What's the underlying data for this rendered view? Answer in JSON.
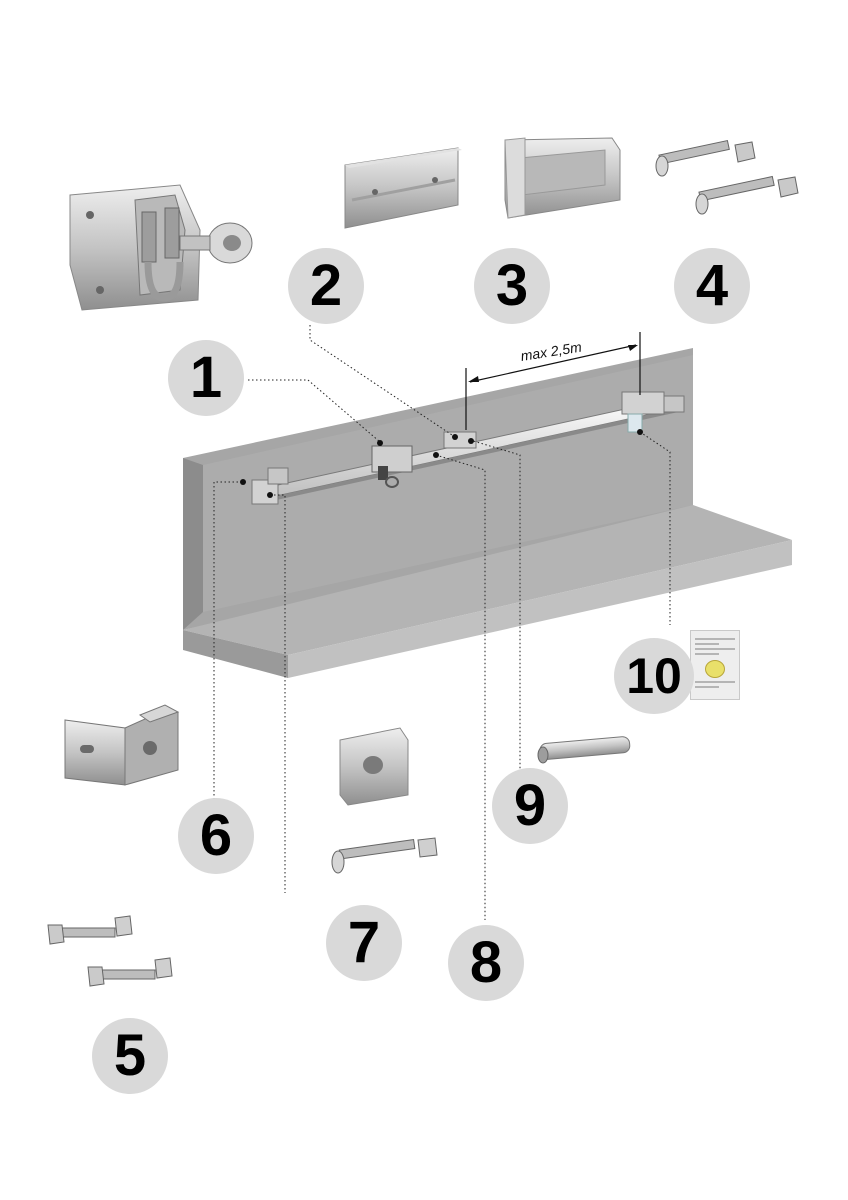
{
  "dimension": {
    "label": "max 2,5m"
  },
  "components": [
    {
      "number": "1"
    },
    {
      "number": "2"
    },
    {
      "number": "3"
    },
    {
      "number": "4"
    },
    {
      "number": "5"
    },
    {
      "number": "6"
    },
    {
      "number": "7"
    },
    {
      "number": "8"
    },
    {
      "number": "9"
    },
    {
      "number": "10"
    }
  ],
  "colors": {
    "badge": "#d9d9d9",
    "wall_front": "#a5a5a5",
    "wall_side": "#8e8e8e",
    "floor_top": "#b3b3b3",
    "floor_front": "#bdbdbd",
    "metal": "#c8c8c8",
    "leader_line": "#222222"
  }
}
